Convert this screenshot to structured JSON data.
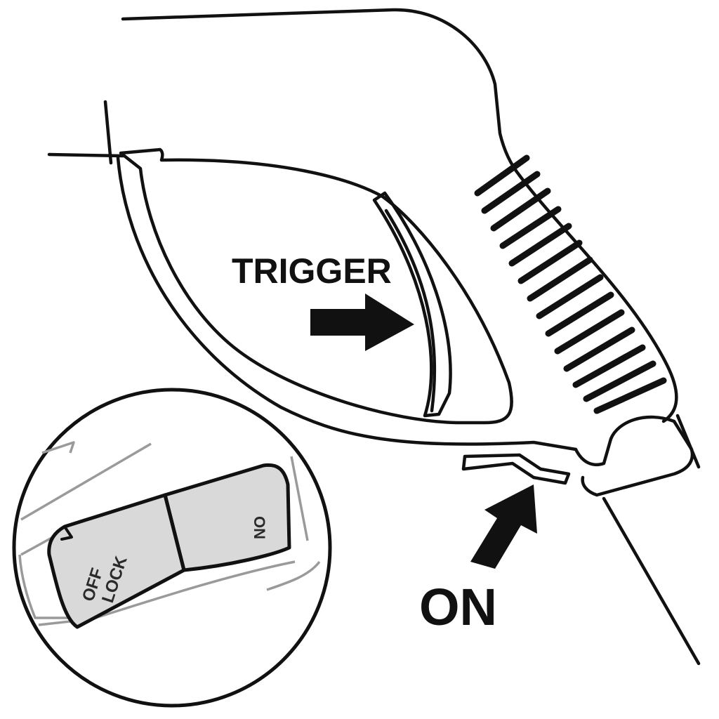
{
  "labels": {
    "trigger": "TRIGGER",
    "on_main": "ON",
    "switch_on": "ON",
    "switch_off": "OFF",
    "switch_lock": "LOCK"
  },
  "colors": {
    "ink": "#111111",
    "switch_fill": "#d9d9d9",
    "housing_grey": "#9a9a9a"
  }
}
